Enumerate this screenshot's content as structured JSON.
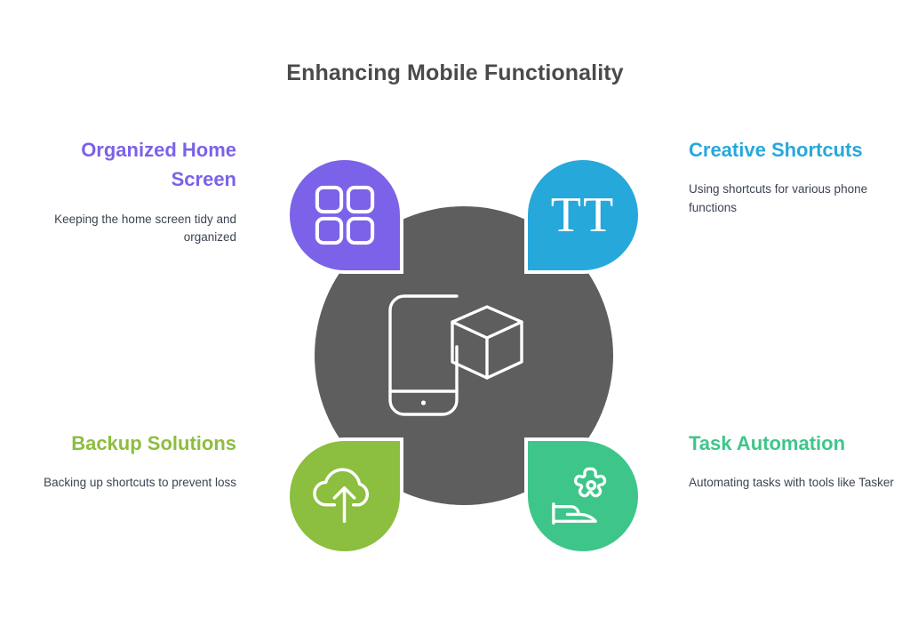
{
  "page": {
    "title": "Enhancing Mobile Functionality",
    "background_color": "#ffffff",
    "title_color": "#4a4a4a"
  },
  "center": {
    "circle_color": "#5e5e5e",
    "icon_name": "smartphone-with-3d-cube-icon"
  },
  "quadrants": [
    {
      "id": "organized-home-screen",
      "position": "top-left",
      "heading": "Organized Home Screen",
      "body": "Keeping the home screen tidy and organized",
      "color": "#7c62e8",
      "icon_name": "grid-four-squares-icon"
    },
    {
      "id": "creative-shortcuts",
      "position": "top-right",
      "heading": "Creative Shortcuts",
      "body": "Using shortcuts for various phone functions",
      "color": "#27a8db",
      "icon_name": "text-size-tt-icon",
      "icon_glyph": "TT"
    },
    {
      "id": "backup-solutions",
      "position": "bottom-left",
      "heading": "Backup Solutions",
      "body": "Backing up shortcuts to prevent loss",
      "color": "#8cbe3f",
      "icon_name": "cloud-upload-icon"
    },
    {
      "id": "task-automation",
      "position": "bottom-right",
      "heading": "Task Automation",
      "body": "Automating tasks with tools like Tasker",
      "color": "#3ec68a",
      "icon_name": "gear-and-shoe-automation-icon"
    }
  ]
}
